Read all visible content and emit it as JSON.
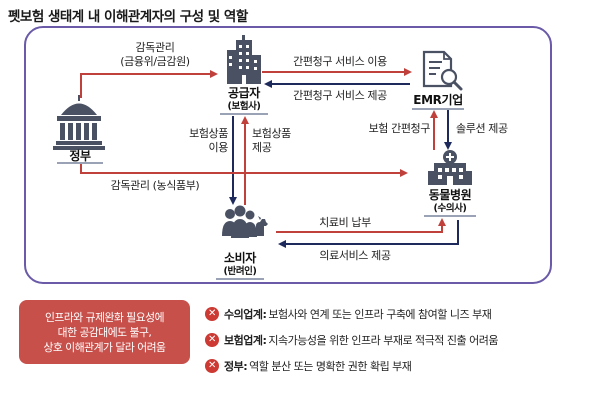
{
  "title": "펫보험 생태계 내 이해관계자의 구성 및 역할",
  "nodes": {
    "insurer": {
      "name": "공급자",
      "sub": "(보험사)",
      "icon": "building-icon"
    },
    "emr": {
      "name": "EMR기업",
      "icon": "document-search-icon"
    },
    "government": {
      "name": "정부",
      "icon": "government-building-icon"
    },
    "hospital": {
      "name": "동물병원",
      "sub": "(수의사)",
      "icon": "hospital-icon"
    },
    "consumer": {
      "name": "소비자",
      "sub": "(반려인)",
      "icon": "people-pet-icon"
    }
  },
  "edges": {
    "gov_to_insurer": {
      "line1": "감독관리",
      "line2": "(금융위/금감원)"
    },
    "insurer_to_emr": "간편청구 서비스 이용",
    "emr_to_insurer": "간편청구 서비스 제공",
    "hospital_to_emr": "보험 간편청구",
    "emr_to_hospital": "솔루션 제공",
    "consumer_to_insurer": {
      "line1": "보험상품",
      "line2": "이용"
    },
    "insurer_to_consumer": {
      "line1": "보험상품",
      "line2": "제공"
    },
    "gov_to_hospital": "감독관리 (농식품부)",
    "consumer_to_hospital": "치료비 납부",
    "hospital_to_consumer": "의료서비스 제공"
  },
  "callout": {
    "lines": [
      "인프라와 규제완화 필요성에",
      "대한 공감대에도 불구,",
      "상호 이해관계가 달라 어려움"
    ]
  },
  "issues": [
    {
      "title": "수의업계:",
      "text": "보험사와 연계 또는 인프라 구축에 참여할 니즈 부재"
    },
    {
      "title": "보험업계:",
      "text": "지속가능성을 위한 인프라 부재로 적극적 진출 어려움"
    },
    {
      "title": "정부:",
      "text": "역할 분산 또는 명확한 권한 확립 부재"
    }
  ],
  "colors": {
    "frame": "#6a5aa8",
    "red_arrow": "#c0413b",
    "navy_arrow": "#1f2a5c",
    "icon": "#4a5163",
    "callout_bg": "#c8504b",
    "x_badge": "#cc3a33"
  }
}
